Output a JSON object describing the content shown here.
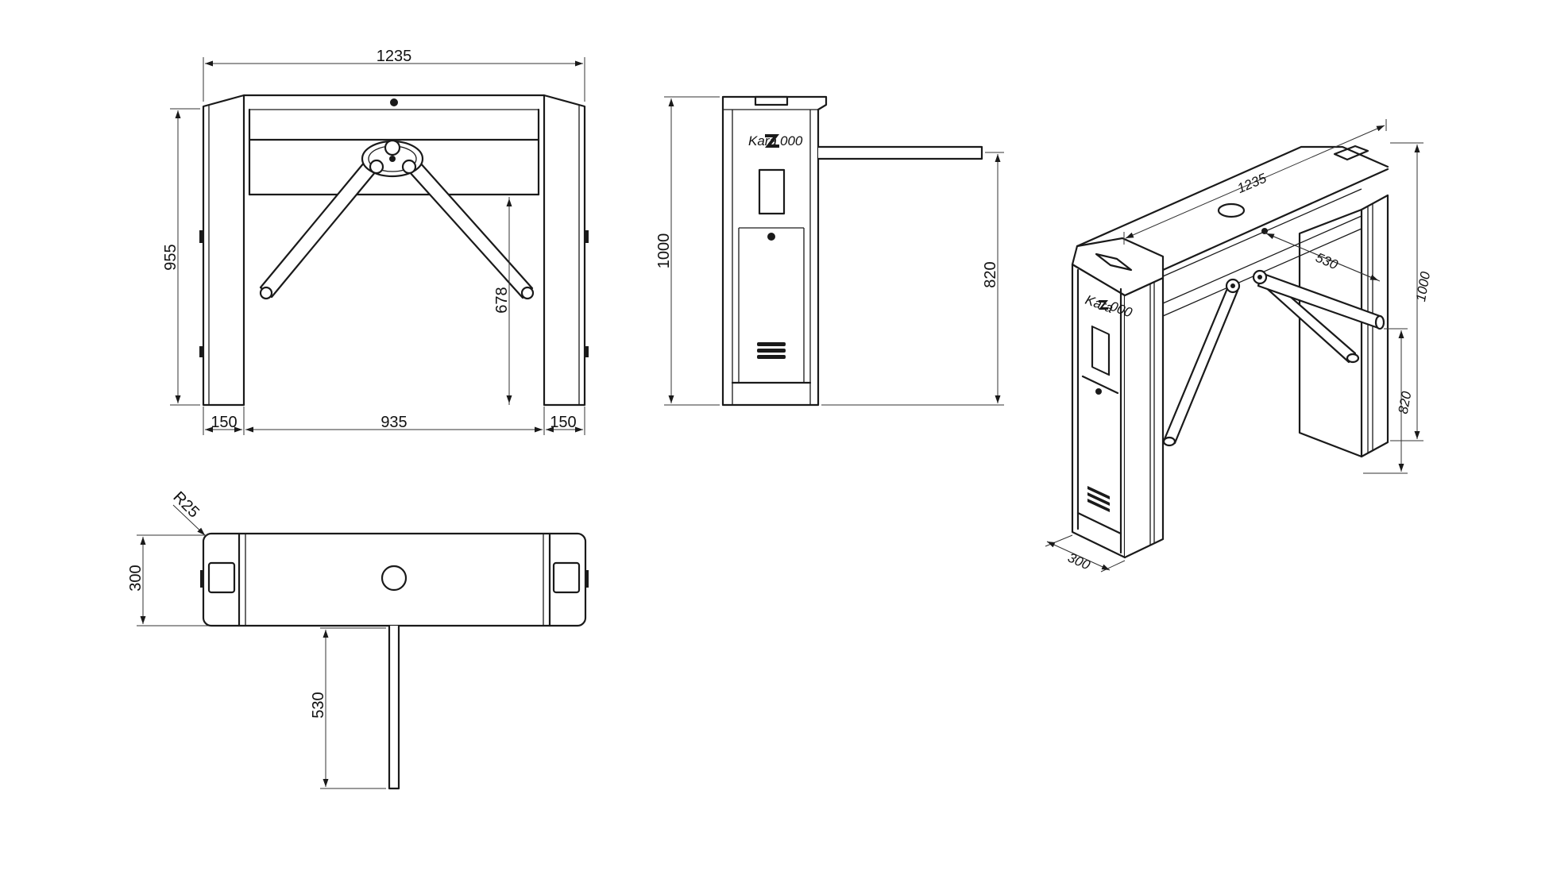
{
  "diagram": {
    "front_view": {
      "overall_width": "1235",
      "height": "955",
      "arm_height": "678",
      "left_post": "150",
      "passage": "935",
      "right_post": "150"
    },
    "side_view": {
      "height": "1000",
      "arm_height": "820",
      "logo_text": "Kara",
      "logo_suffix": "000"
    },
    "top_view": {
      "corner_radius": "R25",
      "depth": "300",
      "arm_length": "530"
    },
    "iso_view": {
      "width": "1235",
      "arm_length": "530",
      "height": "1000",
      "arm_height": "820",
      "depth": "300",
      "logo_text": "Kara",
      "logo_suffix": "000"
    },
    "colors": {
      "line": "#1a1a1a",
      "background": "#ffffff"
    }
  }
}
